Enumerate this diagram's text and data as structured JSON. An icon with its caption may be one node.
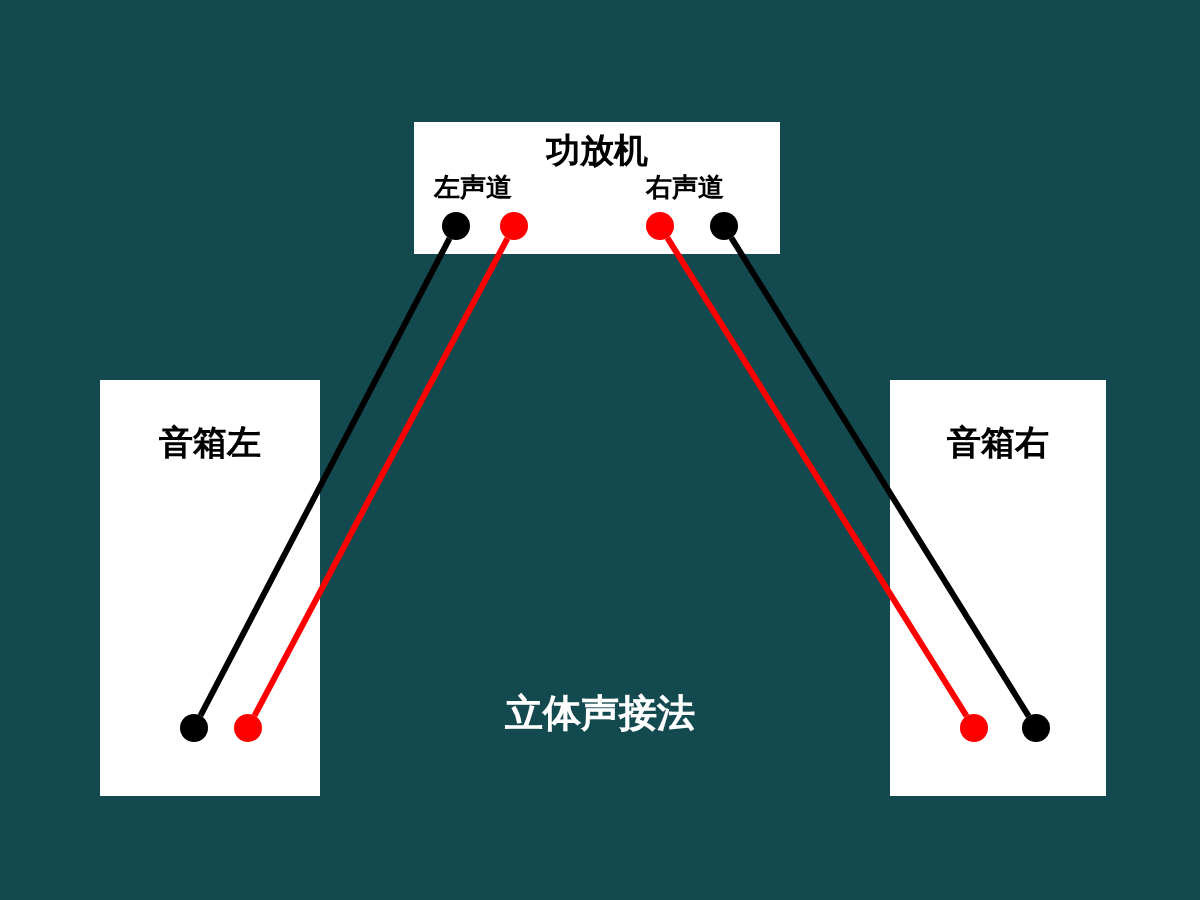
{
  "diagram": {
    "nodes": [
      {
        "text": [
          "功放机",
          "左声道",
          "右声道"
        ]
      },
      {
        "text": [],
        "shape": "circle",
        "in": 0
      },
      {
        "text": [],
        "shape": "circle",
        "in": 0
      },
      {
        "text": [],
        "shape": "circle",
        "in": 0
      },
      {
        "text": [],
        "shape": "circle",
        "in": 0
      },
      {
        "text": [
          "音箱左"
        ]
      },
      {
        "text": [],
        "shape": "circle",
        "in": 5
      },
      {
        "text": [],
        "shape": "circle",
        "in": 5
      },
      {
        "text": [
          "音箱右"
        ]
      },
      {
        "text": [],
        "shape": "circle",
        "in": 8
      },
      {
        "text": [],
        "shape": "circle",
        "in": 8
      }
    ],
    "edges": [
      {
        "from": 1,
        "to": 6,
        "arrow": "none",
        "color": "#000000"
      },
      {
        "from": 2,
        "to": 7,
        "arrow": "none",
        "color": "#ff0000"
      },
      {
        "from": 3,
        "to": 9,
        "arrow": "none",
        "color": "#ff0000"
      },
      {
        "from": 4,
        "to": 10,
        "arrow": "none",
        "color": "#000000"
      }
    ],
    "labels": [
      "立体声接法"
    ]
  }
}
